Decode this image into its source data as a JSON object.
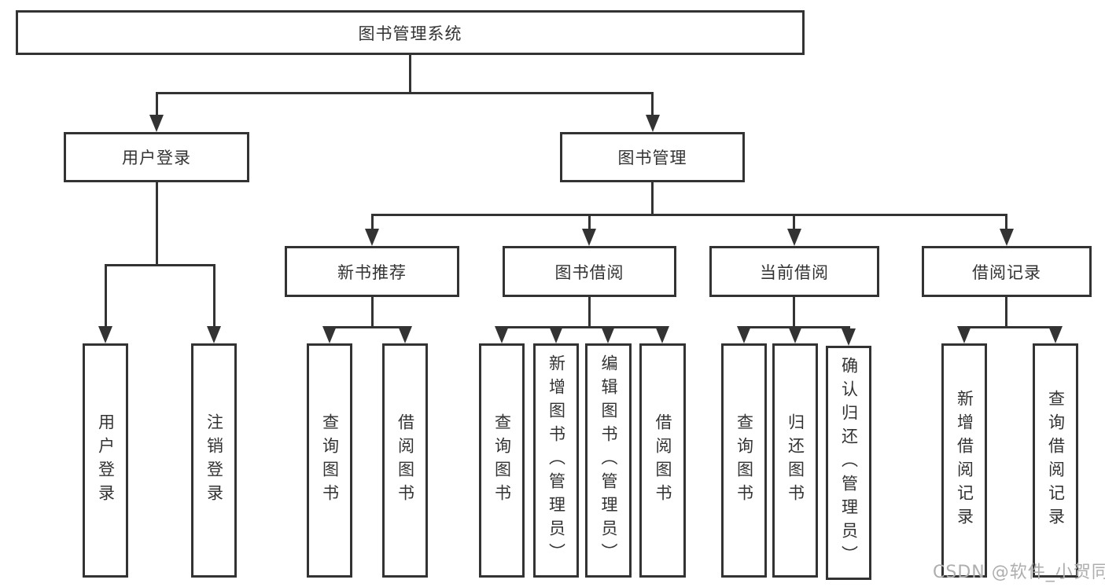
{
  "tree": {
    "root": "图书管理系统",
    "branches": [
      {
        "label": "用户登录",
        "children": [
          "用户登录",
          "注销登录"
        ]
      },
      {
        "label": "图书管理",
        "groups": [
          {
            "label": "新书推荐",
            "children": [
              "查询图书",
              "借阅图书"
            ]
          },
          {
            "label": "图书借阅",
            "children": [
              "查询图书",
              "新增图书（管理员）",
              "编辑图书（管理员）",
              "借阅图书"
            ]
          },
          {
            "label": "当前借阅",
            "children": [
              "查询图书",
              "归还图书",
              "确认归还（管理员）"
            ]
          },
          {
            "label": "借阅记录",
            "children": [
              "新增借阅记录",
              "查询借阅记录"
            ]
          }
        ]
      }
    ]
  },
  "watermark": {
    "text": "CSDN @软件_小贺同学"
  },
  "colors": {
    "line": "#333333",
    "text": "#333333",
    "box_background": "#ffffff",
    "page_background": "#ffffff",
    "watermark": "#aeaeae"
  }
}
